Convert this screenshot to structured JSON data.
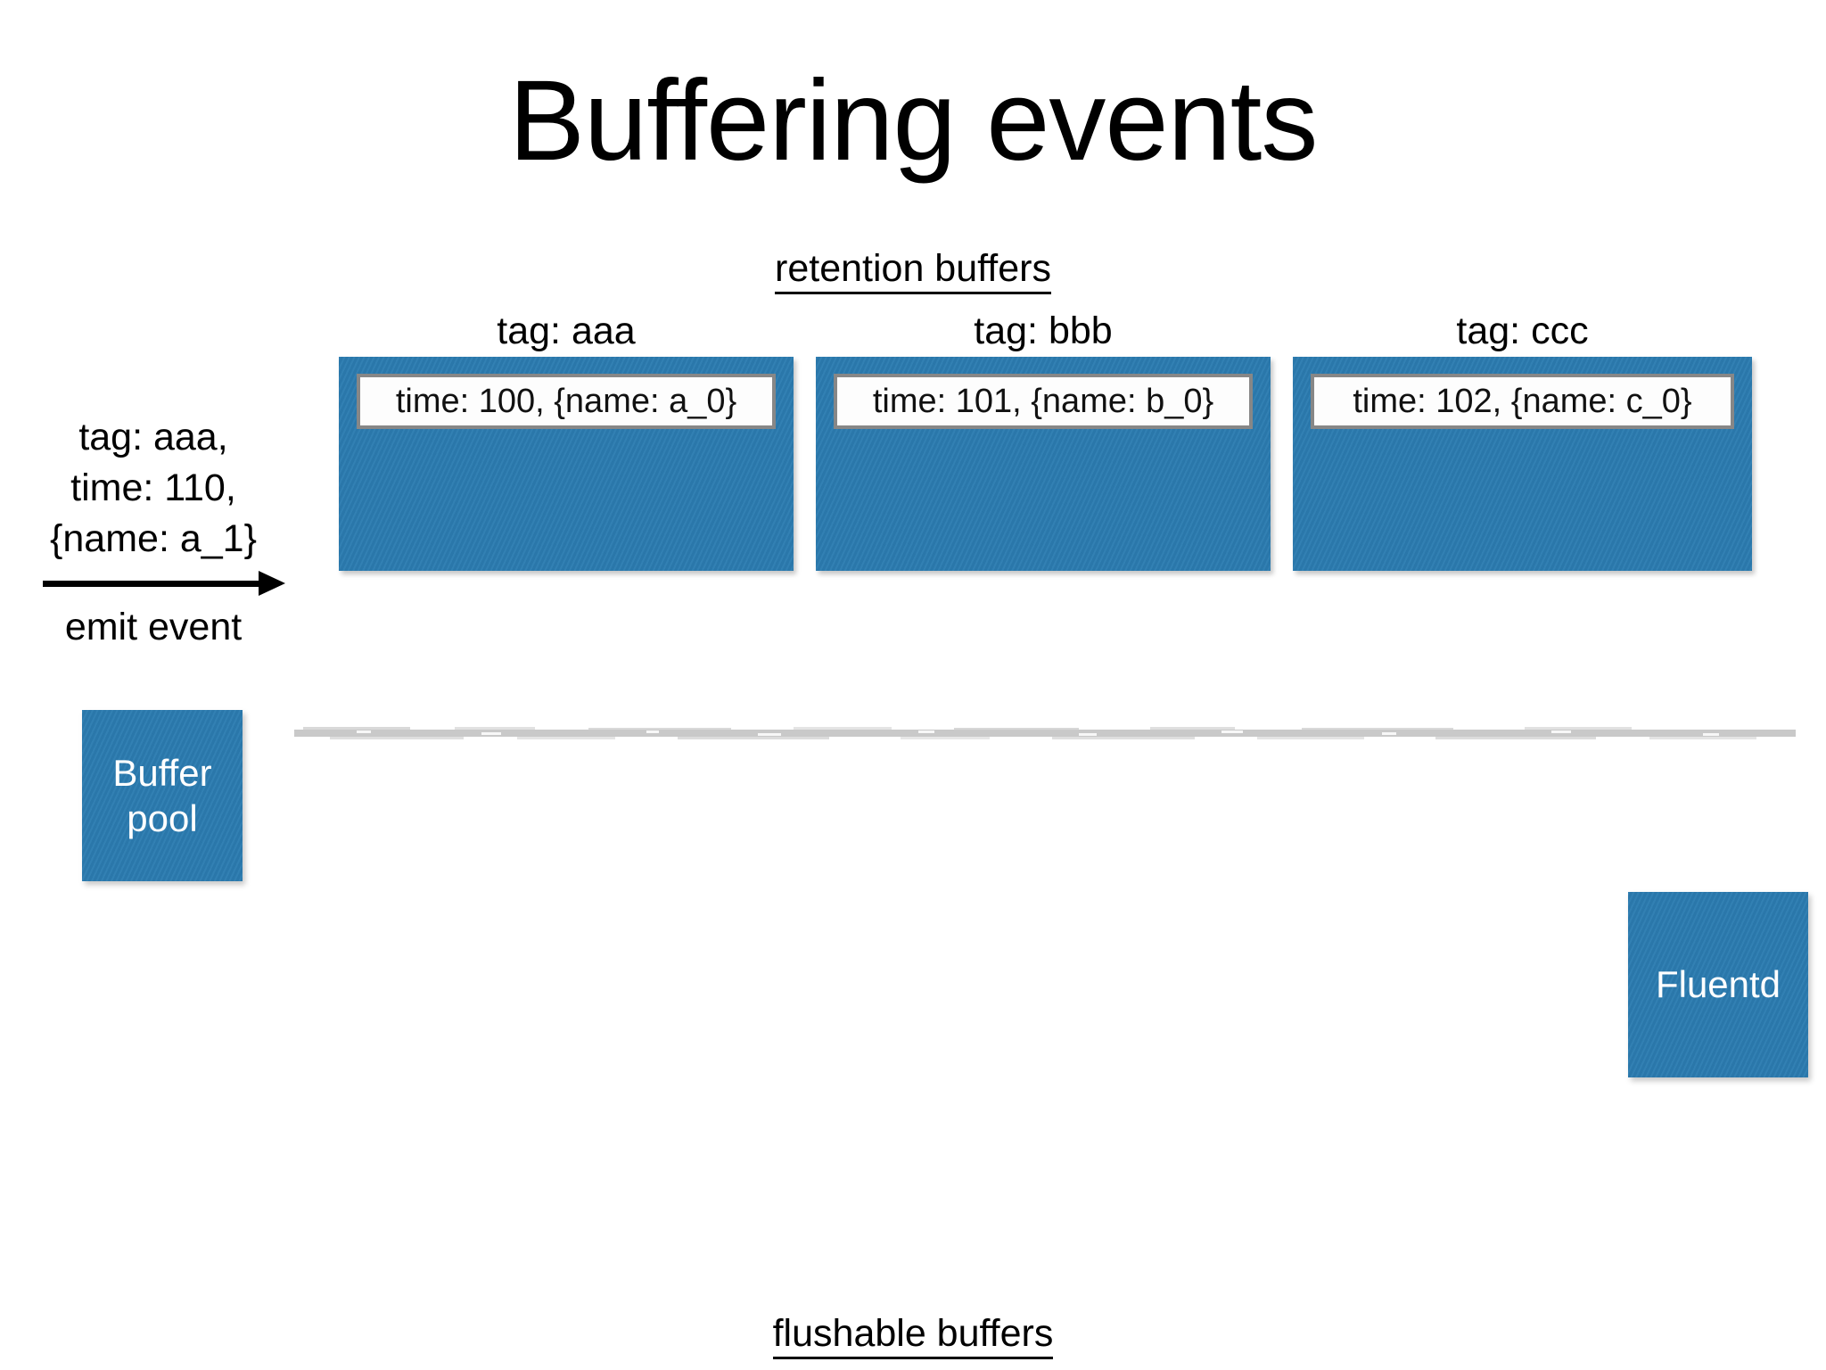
{
  "slide": {
    "title": "Buffering events",
    "background_color": "#ffffff",
    "accent_color": "#2b7bb0",
    "divider_color": "#c9c9c9"
  },
  "captions": {
    "retention": "retention buffers",
    "flushable": "flushable buffers"
  },
  "emit": {
    "line1": "tag: aaa,",
    "line2": "time: 110,",
    "line3": "{name: a_1}",
    "arrow_label": "emit event"
  },
  "retention_buffers": [
    {
      "tag_label": "tag: aaa",
      "event": "time: 100, {name: a_0}"
    },
    {
      "tag_label": "tag: bbb",
      "event": "time: 101, {name: b_0}"
    },
    {
      "tag_label": "tag: ccc",
      "event": "time: 102, {name: c_0}"
    }
  ],
  "boxes": {
    "buffer_pool_line1": "Buffer",
    "buffer_pool_line2": "pool",
    "fluentd": "Fluentd"
  }
}
